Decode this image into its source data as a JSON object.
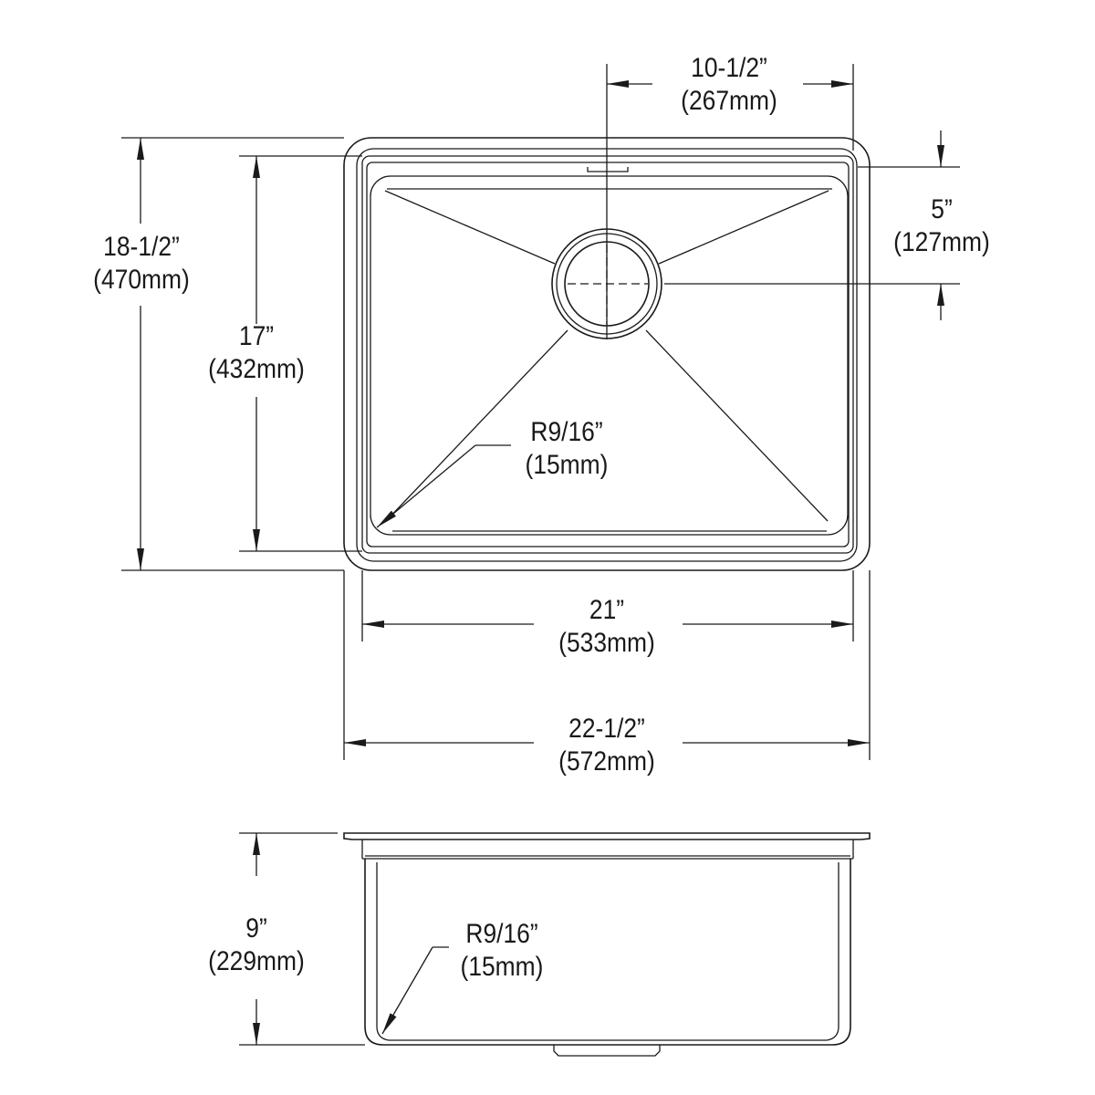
{
  "dimensions": {
    "drain_offset_x": {
      "imperial": "10-1/2”",
      "metric": "(267mm)"
    },
    "drain_offset_y": {
      "imperial": "5”",
      "metric": "(127mm)"
    },
    "overall_depth": {
      "imperial": "18-1/2”",
      "metric": "(470mm)"
    },
    "bowl_depth": {
      "imperial": "17”",
      "metric": "(432mm)"
    },
    "corner_radius_top": {
      "imperial": "R9/16”",
      "metric": "(15mm)"
    },
    "bowl_width": {
      "imperial": "21”",
      "metric": "(533mm)"
    },
    "overall_width": {
      "imperial": "22-1/2”",
      "metric": "(572mm)"
    },
    "bowl_height": {
      "imperial": "9”",
      "metric": "(229mm)"
    },
    "corner_radius_side": {
      "imperial": "R9/16”",
      "metric": "(15mm)"
    }
  },
  "colors": {
    "line": "#1a1a1a",
    "background": "#ffffff"
  }
}
